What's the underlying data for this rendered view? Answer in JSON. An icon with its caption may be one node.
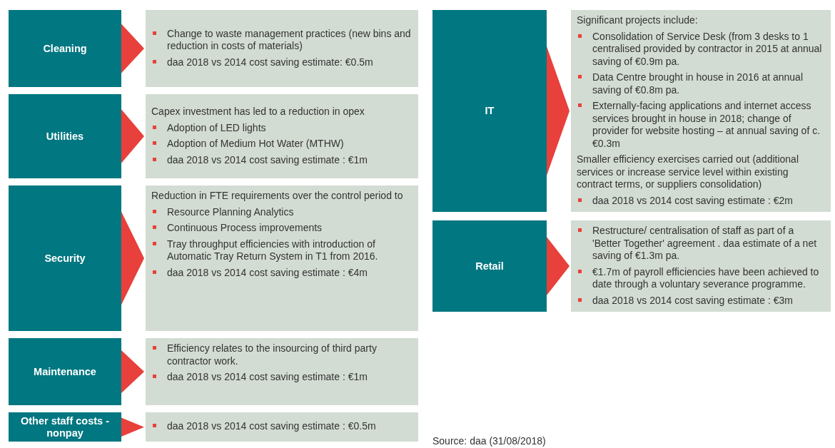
{
  "diagram": {
    "nodes": [
      {
        "text": [
          "Cleaning"
        ]
      },
      {
        "text": [
          "Change to waste management practices (new bins and reduction in costs of materials)",
          "daa 2018 vs 2014 cost saving estimate: €0.5m"
        ]
      },
      {
        "text": [
          "Utilities"
        ]
      },
      {
        "text": [
          "Capex investment has led to a reduction in opex",
          "Adoption of LED lights",
          "Adoption of Medium Hot Water (MTHW)",
          "daa 2018 vs 2014 cost saving estimate : €1m"
        ]
      },
      {
        "text": [
          "Security"
        ]
      },
      {
        "text": [
          "Reduction in FTE requirements over the control period to",
          "Resource Planning Analytics",
          "Continuous Process improvements",
          "Tray throughput efficiencies with introduction of Automatic Tray Return System in T1 from 2016.",
          "daa 2018 vs 2014 cost saving estimate : €4m"
        ]
      },
      {
        "text": [
          "Maintenance"
        ]
      },
      {
        "text": [
          "Efficiency relates to the insourcing of third party contractor work.",
          "daa 2018 vs 2014 cost saving estimate : €1m"
        ]
      },
      {
        "text": [
          "Other staff costs - nonpay"
        ]
      },
      {
        "text": [
          "daa 2018 vs 2014 cost saving estimate : €0.5m"
        ]
      },
      {
        "text": [
          "IT"
        ]
      },
      {
        "text": [
          "Significant projects include:",
          "Consolidation of Service Desk (from 3 desks to 1 centralised provided by contractor in 2015 at annual saving of €0.9m pa.",
          "Data Centre brought in house in 2016 at annual saving of €0.8m pa.",
          "Externally-facing applications and internet access services brought in house in 2018; change of provider for website hosting – at annual saving of c.€0.3m",
          "Smaller efficiency exercises carried out (additional services or increase service level within existing contract terms, or suppliers consolidation)",
          "daa 2018 vs 2014 cost saving estimate : €2m"
        ]
      },
      {
        "text": [
          "Retail"
        ]
      },
      {
        "text": [
          "Restructure/ centralisation of staff as part of a 'Better Together' agreement . daa estimate of a net saving of €1.3m pa.",
          "€1.7m of payroll efficiencies have been achieved to date through a voluntary severance programme.",
          "daa 2018 vs 2014 cost saving estimate : €3m"
        ]
      }
    ],
    "edges": [
      {
        "from": 0,
        "to": 1,
        "arrow": "to"
      },
      {
        "from": 2,
        "to": 3,
        "arrow": "to"
      },
      {
        "from": 4,
        "to": 5,
        "arrow": "to"
      },
      {
        "from": 6,
        "to": 7,
        "arrow": "to"
      },
      {
        "from": 8,
        "to": 9,
        "arrow": "to"
      },
      {
        "from": 10,
        "to": 11,
        "arrow": "to"
      },
      {
        "from": 12,
        "to": 13,
        "arrow": "to"
      }
    ],
    "labels": [
      "Source: daa (31/08/2018)"
    ]
  }
}
